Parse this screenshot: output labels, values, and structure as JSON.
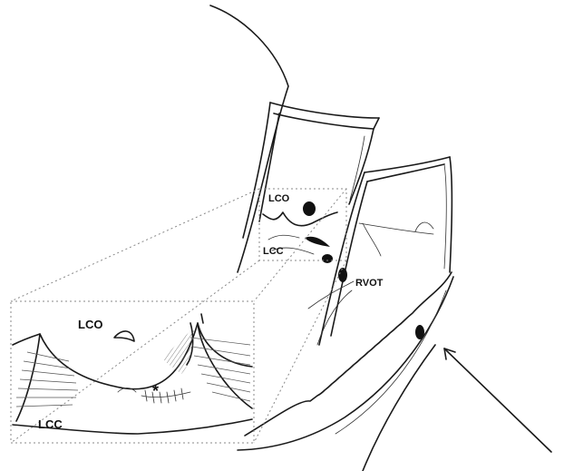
{
  "labels": {
    "lco_small": "LCO",
    "lcc_small": "LCC",
    "rvot": "RVOT",
    "lco_inset": "LCO",
    "lcc_inset": "LCC",
    "asterisk": "*"
  }
}
